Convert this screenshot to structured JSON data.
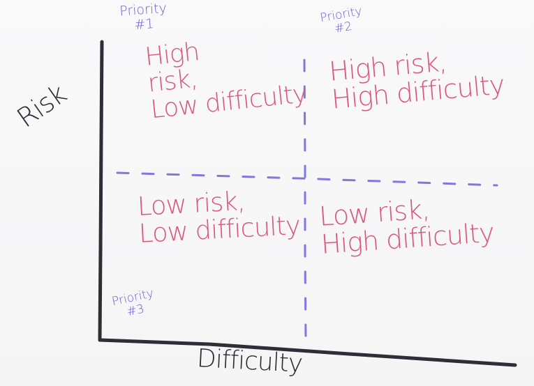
{
  "axes": {
    "y_label": "Risk",
    "x_label": "Difficulty"
  },
  "quadrants": {
    "top_left": "High\nrisk,\nLow difficulty",
    "top_right": "High risk,\nHigh difficulty",
    "bottom_left": "Low risk,\nLow difficulty",
    "bottom_right": "Low risk,\nHigh difficulty"
  },
  "priorities": {
    "p1": "Priority\n#1",
    "p2": "Priority\n#2",
    "p3": "Priority\n#3"
  },
  "colors": {
    "axis": "#2f2d36",
    "divider": "#7f78e0",
    "quadrant_text": "#d9577d",
    "priority_text": "#6b5fd6"
  }
}
